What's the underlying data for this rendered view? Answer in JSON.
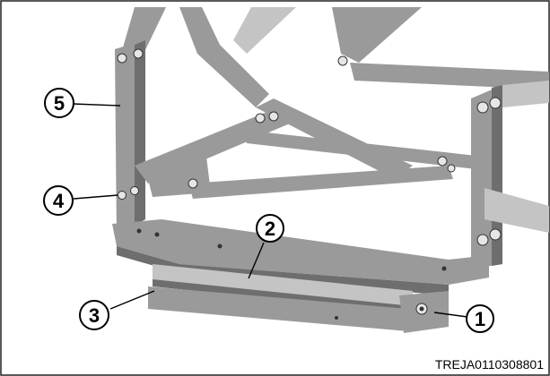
{
  "figure": {
    "reference_code": "TREJA0110308801",
    "callouts": [
      {
        "id": "callout-1",
        "label": "1"
      },
      {
        "id": "callout-2",
        "label": "2"
      },
      {
        "id": "callout-3",
        "label": "3"
      },
      {
        "id": "callout-4",
        "label": "4"
      },
      {
        "id": "callout-5",
        "label": "5"
      }
    ]
  }
}
